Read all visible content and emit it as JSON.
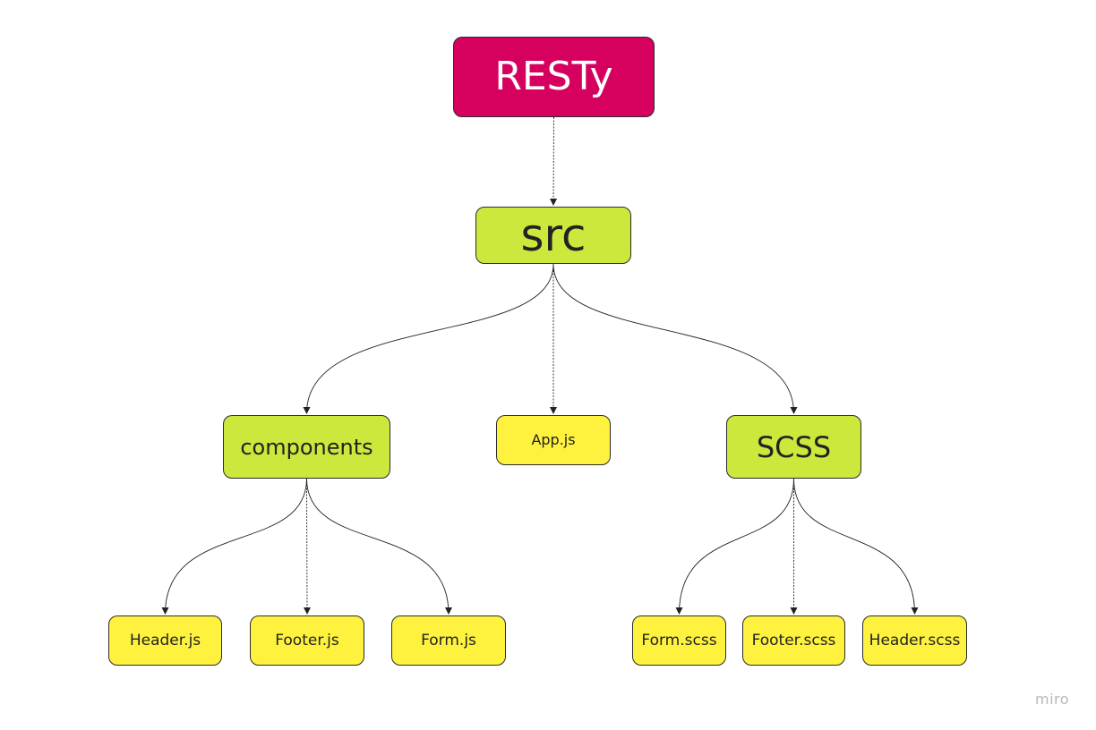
{
  "diagram": {
    "nodes": {
      "root": "RESTy",
      "src": "src",
      "components": "components",
      "app": "App.js",
      "scss": "SCSS",
      "header_js": "Header.js",
      "footer_js": "Footer.js",
      "form_js": "Form.js",
      "form_scss": "Form.scss",
      "footer_scss": "Footer.scss",
      "header_scss": "Header.scss"
    },
    "edges": [
      [
        "root",
        "src"
      ],
      [
        "src",
        "components"
      ],
      [
        "src",
        "app"
      ],
      [
        "src",
        "scss"
      ],
      [
        "components",
        "header_js"
      ],
      [
        "components",
        "footer_js"
      ],
      [
        "components",
        "form_js"
      ],
      [
        "scss",
        "form_scss"
      ],
      [
        "scss",
        "footer_scss"
      ],
      [
        "scss",
        "header_scss"
      ]
    ],
    "colors": {
      "root": "#d6015f",
      "folder": "#cde83c",
      "file": "#fef23f",
      "edge": "#222222"
    }
  },
  "watermark": "miro"
}
